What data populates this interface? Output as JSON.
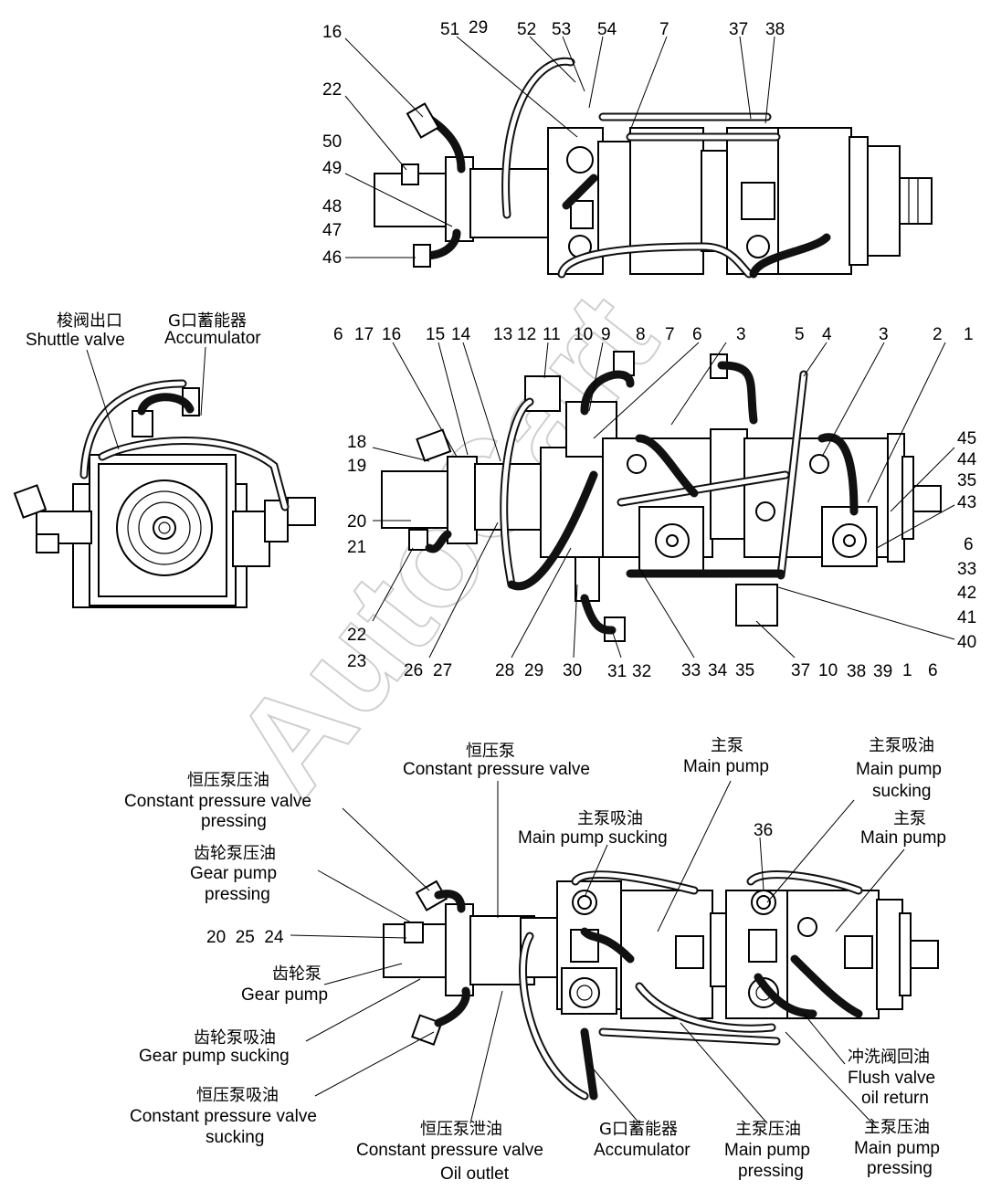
{
  "watermark": "AutoCart",
  "top_view": {
    "callouts": [
      "16",
      "22",
      "50",
      "49",
      "48",
      "47",
      "46",
      "51",
      "29",
      "52",
      "53",
      "54",
      "7",
      "37",
      "38"
    ]
  },
  "end_view": {
    "shuttle_cn": "梭阀出口",
    "shuttle_en": "Shuttle valve",
    "accum_cn": "G口蓄能器",
    "accum_en": "Accumulator"
  },
  "side_view": {
    "top_callouts": [
      "6",
      "17",
      "16",
      "15",
      "14",
      "13",
      "12",
      "11",
      "10",
      "9",
      "8",
      "7",
      "6",
      "3",
      "5",
      "4",
      "3",
      "2",
      "1"
    ],
    "left_callouts": [
      "18",
      "19",
      "20",
      "21",
      "22",
      "23"
    ],
    "right_callouts": [
      "45",
      "44",
      "35",
      "43",
      "6",
      "33",
      "42",
      "41",
      "40"
    ],
    "bottom_callouts": [
      "26",
      "27",
      "28",
      "29",
      "30",
      "31",
      "32",
      "33",
      "34",
      "35",
      "37",
      "10",
      "38",
      "39",
      "1",
      "6"
    ]
  },
  "bottom_view": {
    "const_pump_cn": "恒压泵",
    "const_pump_en": "Constant pressure valve",
    "main_pump1_cn": "主泵",
    "main_pump1_en": "Main pump",
    "main_suck2_cn": "主泵吸油",
    "main_suck2_en1": "Main pump",
    "main_suck2_en2": "sucking",
    "main_pump2_cn": "主泵",
    "main_pump2_en": "Main pump",
    "callout_36": "36",
    "main_suck1_cn": "主泵吸油",
    "main_suck1_en": "Main pump sucking",
    "cpv_press_cn": "恒压泵压油",
    "cpv_press_en1": "Constant pressure valve",
    "cpv_press_en2": "pressing",
    "gear_press_cn": "齿轮泵压油",
    "gear_press_en1": "Gear pump",
    "gear_press_en2": "pressing",
    "callouts_left": "20  25  24",
    "gear_pump_cn": "齿轮泵",
    "gear_pump_en": "Gear pump",
    "gear_suck_cn": "齿轮泵吸油",
    "gear_suck_en": "Gear pump sucking",
    "cpv_suck_cn": "恒压泵吸油",
    "cpv_suck_en1": "Constant pressure valve",
    "cpv_suck_en2": "sucking",
    "cpv_out_cn": "恒压泵泄油",
    "cpv_out_en1": "Constant pressure valve",
    "cpv_out_en2": "Oil outlet",
    "g_accum_cn": "G口蓄能器",
    "g_accum_en": "Accumulator",
    "mp_press1_cn": "主泵压油",
    "mp_press1_en1": "Main pump",
    "mp_press1_en2": "pressing",
    "flush_cn": "冲洗阀回油",
    "flush_en1": "Flush valve",
    "flush_en2": "oil return",
    "mp_press2_cn": "主泵压油",
    "mp_press2_en1": "Main pump",
    "mp_press2_en2": "pressing"
  }
}
